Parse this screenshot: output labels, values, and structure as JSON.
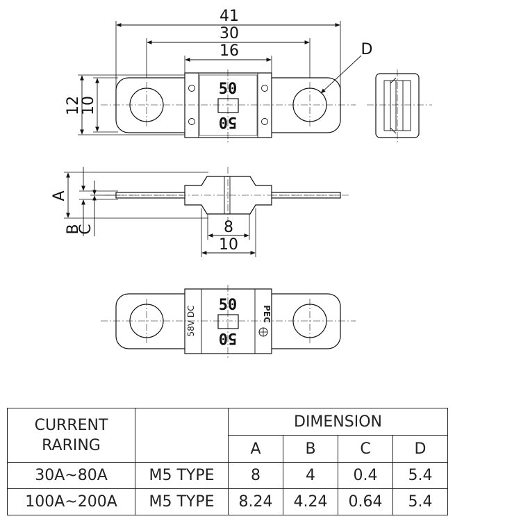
{
  "drawing": {
    "dimensions": {
      "overall_length": "41",
      "hole_span": "30",
      "body_width": "16",
      "height_outer": "12",
      "height_inner": "10",
      "hole_label": "D",
      "thickness_a": "A",
      "thickness_b": "B",
      "thickness_c": "C",
      "body_depth_inner": "8",
      "body_depth_outer": "10"
    },
    "top_view": {
      "rating_top": "50",
      "rating_bottom": "50"
    },
    "bottom_view": {
      "rating_top": "50",
      "rating_bottom": "50",
      "voltage": "58V DC",
      "brand": "PEC"
    }
  },
  "table": {
    "header": {
      "current_rating": "CURRENT RARING",
      "dimension": "DIMENSION",
      "col_a": "A",
      "col_b": "B",
      "col_c": "C",
      "col_d": "D"
    },
    "rows": [
      {
        "current": "30A~80A",
        "type": "M5 TYPE",
        "a": "8",
        "b": "4",
        "c": "0.4",
        "d": "5.4"
      },
      {
        "current": "100A~200A",
        "type": "M5 TYPE",
        "a": "8.24",
        "b": "4.24",
        "c": "0.64",
        "d": "5.4"
      }
    ]
  }
}
